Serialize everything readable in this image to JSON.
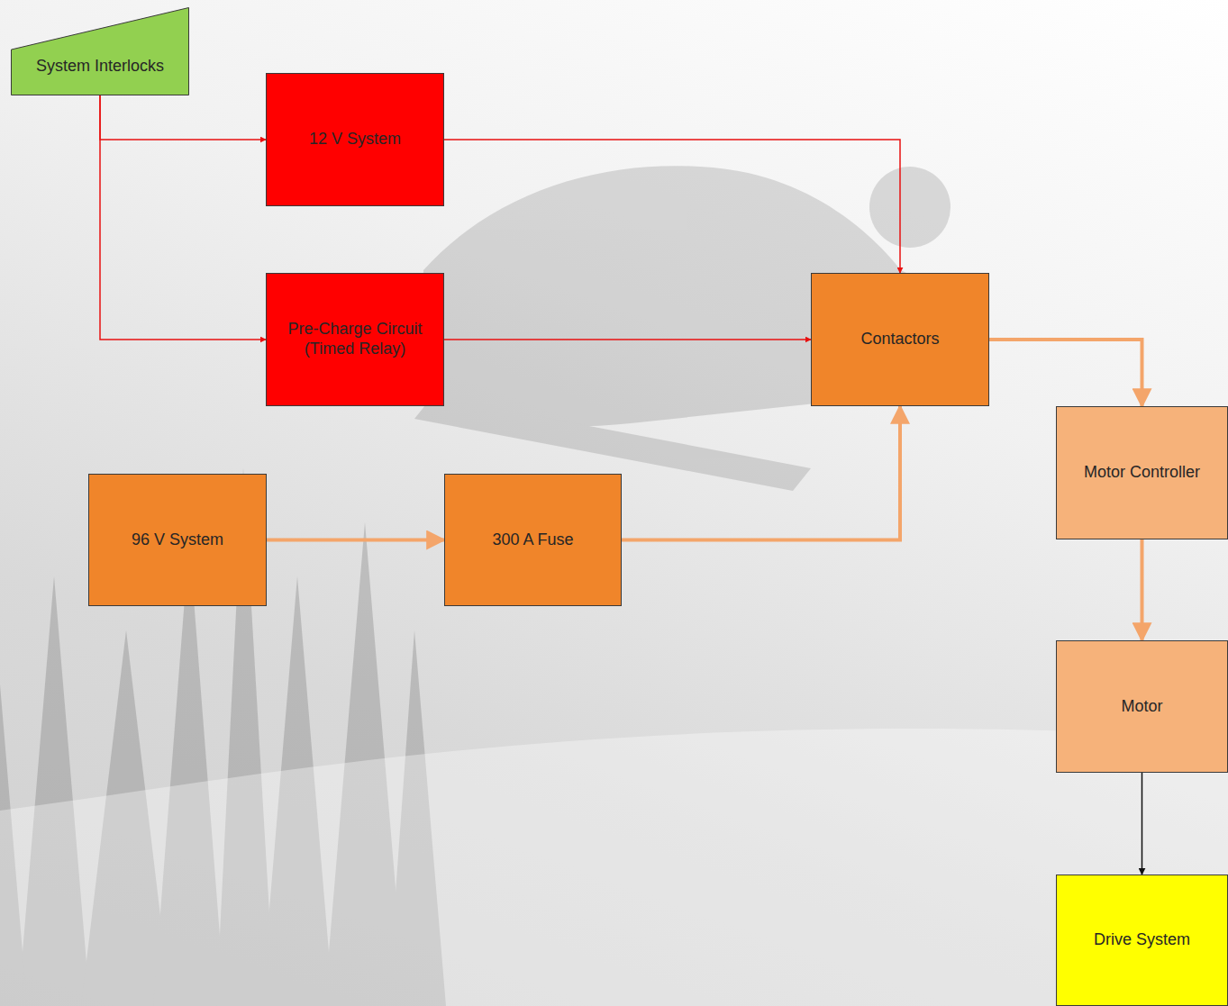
{
  "diagram": {
    "nodes": [
      {
        "text": [
          "System Interlocks"
        ]
      },
      {
        "text": [
          "12 V System"
        ]
      },
      {
        "text": [
          "Pre-Charge Circuit (Timed Relay)"
        ]
      },
      {
        "text": [
          "Contactors"
        ]
      },
      {
        "text": [
          "Motor Controller"
        ]
      },
      {
        "text": [
          "96 V System"
        ]
      },
      {
        "text": [
          "300 A Fuse"
        ]
      },
      {
        "text": [
          "Motor"
        ]
      },
      {
        "text": [
          "Drive System"
        ]
      }
    ],
    "edges": [
      {
        "from": 0,
        "to": 1,
        "arrow": "to"
      },
      {
        "from": 0,
        "to": 2,
        "arrow": "to"
      },
      {
        "from": 1,
        "to": 3,
        "arrow": "to"
      },
      {
        "from": 2,
        "to": 3,
        "arrow": "to"
      },
      {
        "from": 5,
        "to": 6,
        "arrow": "to"
      },
      {
        "from": 6,
        "to": 3,
        "arrow": "to"
      },
      {
        "from": 3,
        "to": 4,
        "arrow": "to"
      },
      {
        "from": 4,
        "to": 7,
        "arrow": "to"
      },
      {
        "from": 7,
        "to": 8,
        "arrow": "to"
      }
    ]
  }
}
